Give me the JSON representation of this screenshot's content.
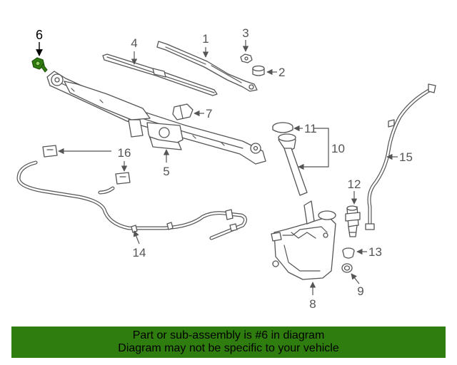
{
  "callouts": {
    "c1": "1",
    "c2": "2",
    "c3": "3",
    "c4": "4",
    "c5": "5",
    "c6": "6",
    "c7": "7",
    "c8": "8",
    "c9": "9",
    "c10": "10",
    "c11": "11",
    "c12": "12",
    "c13": "13",
    "c14": "14",
    "c15": "15",
    "c16": "16"
  },
  "highlighted_part": "6",
  "colors": {
    "highlight": "#2f7d0f",
    "banner_bg": "#2f7d0f",
    "line": "#555555",
    "highlight_label": "#000000"
  },
  "banner": {
    "line1": "Part or sub-assembly is #6 in diagram",
    "line2": "Diagram may not be specific to your vehicle"
  }
}
